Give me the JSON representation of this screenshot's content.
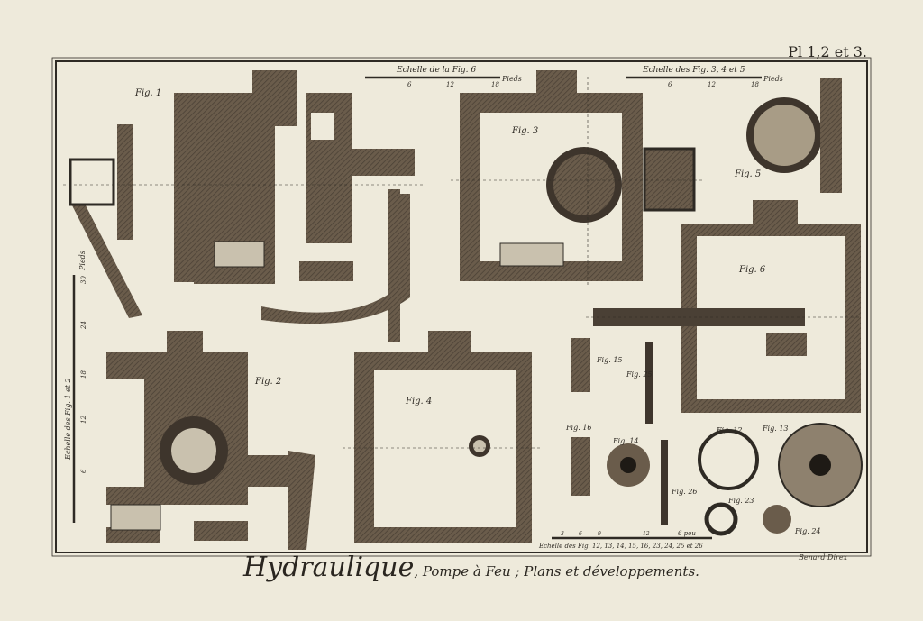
{
  "plate_number": "Pl 1,2 et 3.",
  "title": {
    "main": "Hydraulique",
    "subtitle": ", Pompe à Feu ; Plans et développements."
  },
  "engraver": "Benard Direx",
  "scales": {
    "fig6": {
      "label": "Echelle de la Fig. 6",
      "unit": "Pieds",
      "ticks": [
        "6",
        "12",
        "18"
      ]
    },
    "fig345": {
      "label": "Echelle des Fig. 3, 4 et 5",
      "unit": "Pieds",
      "ticks": [
        "6",
        "12",
        "18"
      ]
    },
    "fig12": {
      "label": "Echelle des Fig. 1 et 2",
      "unit": "Pieds",
      "ticks": [
        "6",
        "12",
        "18",
        "24",
        "30"
      ]
    },
    "small": {
      "label": "Echelle des Fig. 12, 13, 14, 15, 16, 23, 24, 25 et 26",
      "unit": "6 pou",
      "ticks": [
        "3",
        "6",
        "9",
        "12"
      ]
    }
  },
  "figures": [
    "Fig. 1",
    "Fig. 2",
    "Fig. 3",
    "Fig. 4",
    "Fig. 5",
    "Fig. 6",
    "Fig. 12",
    "Fig. 13",
    "Fig. 14",
    "Fig. 15",
    "Fig. 16",
    "Fig. 23",
    "Fig. 24",
    "Fig. 25",
    "Fig. 26"
  ],
  "colors": {
    "paper": "#eeeadb",
    "ink": "#5f5243",
    "line": "#2e2a24"
  }
}
